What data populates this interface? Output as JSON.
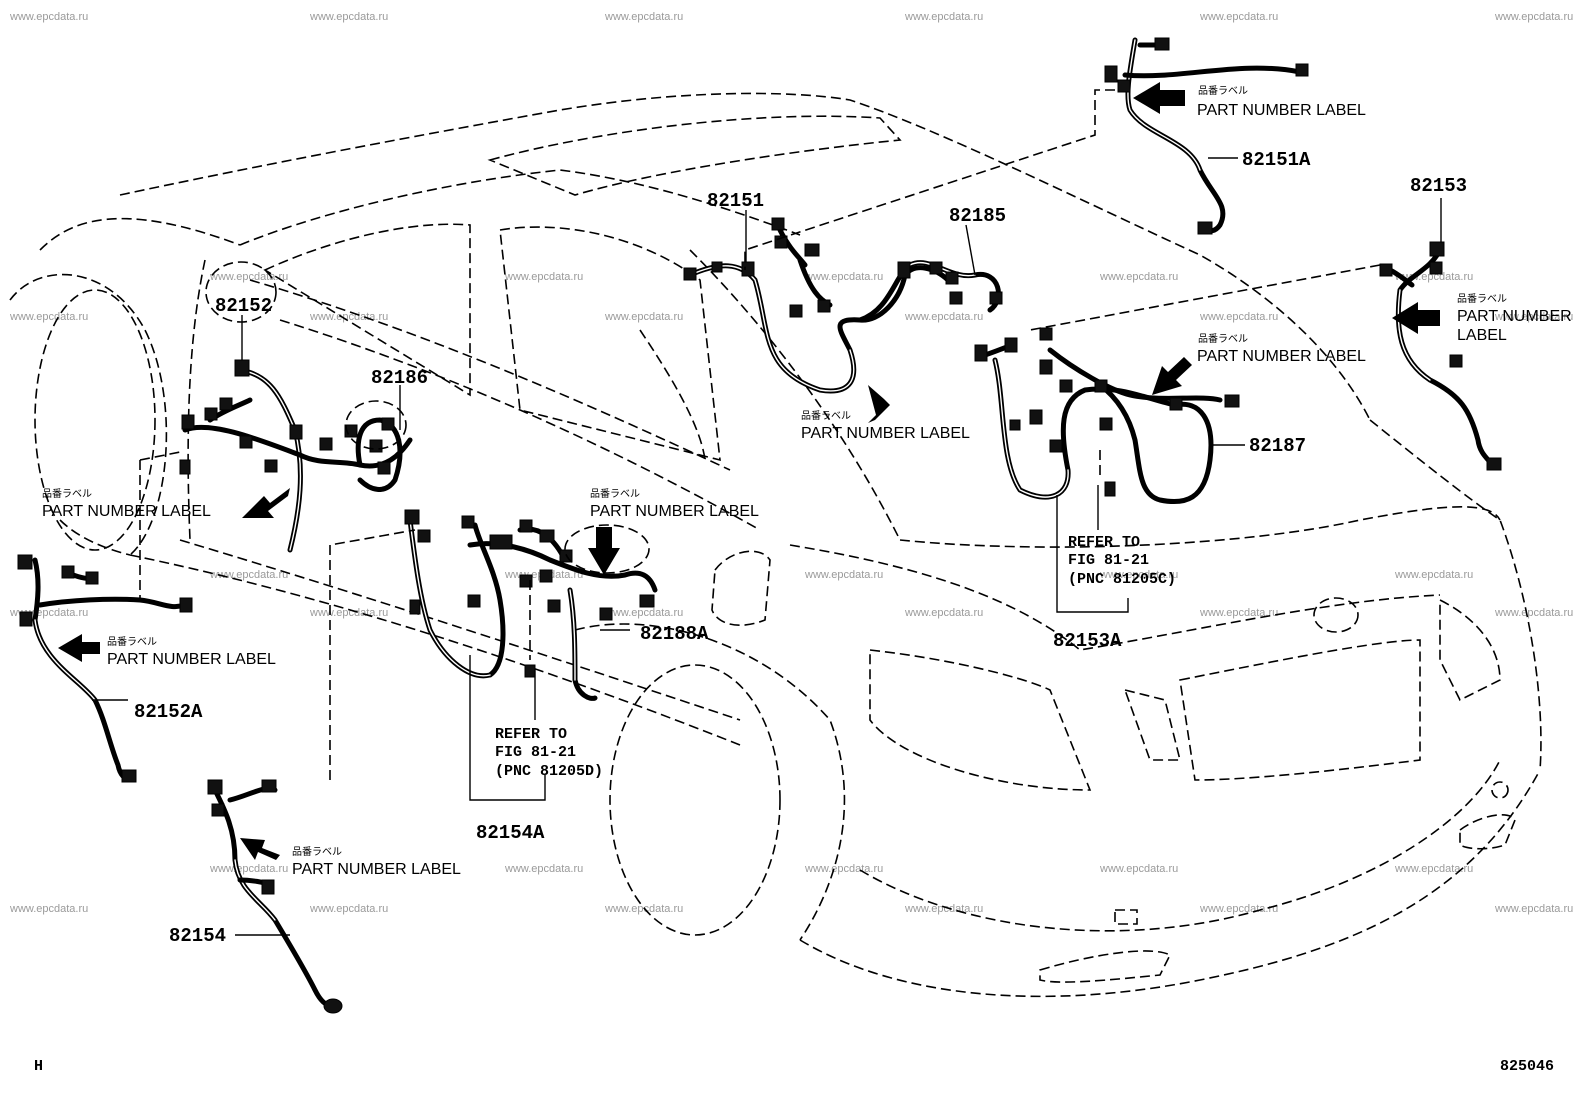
{
  "watermark": "www.epcdata.ru",
  "figure_code": "825046",
  "corner_mark": "H",
  "part_number_label": {
    "jp": "品番ラベル",
    "en": "PART NUMBER LABEL",
    "en_line1": "PART NUMBER",
    "en_line2": "LABEL"
  },
  "parts": [
    {
      "id": "p82151",
      "number": "82151"
    },
    {
      "id": "p82151a",
      "number": "82151A"
    },
    {
      "id": "p82152",
      "number": "82152"
    },
    {
      "id": "p82152a",
      "number": "82152A"
    },
    {
      "id": "p82153",
      "number": "82153"
    },
    {
      "id": "p82153a",
      "number": "82153A"
    },
    {
      "id": "p82154",
      "number": "82154"
    },
    {
      "id": "p82154a",
      "number": "82154A"
    },
    {
      "id": "p82185",
      "number": "82185"
    },
    {
      "id": "p82186",
      "number": "82186"
    },
    {
      "id": "p82187",
      "number": "82187"
    },
    {
      "id": "p82188a",
      "number": "82188A"
    }
  ],
  "references": [
    {
      "line1": "REFER TO",
      "line2": "FIG 81-21",
      "line3": "(PNC 81205C)"
    },
    {
      "line1": "REFER TO",
      "line2": "FIG 81-21",
      "line3": "(PNC 81205D)"
    }
  ]
}
